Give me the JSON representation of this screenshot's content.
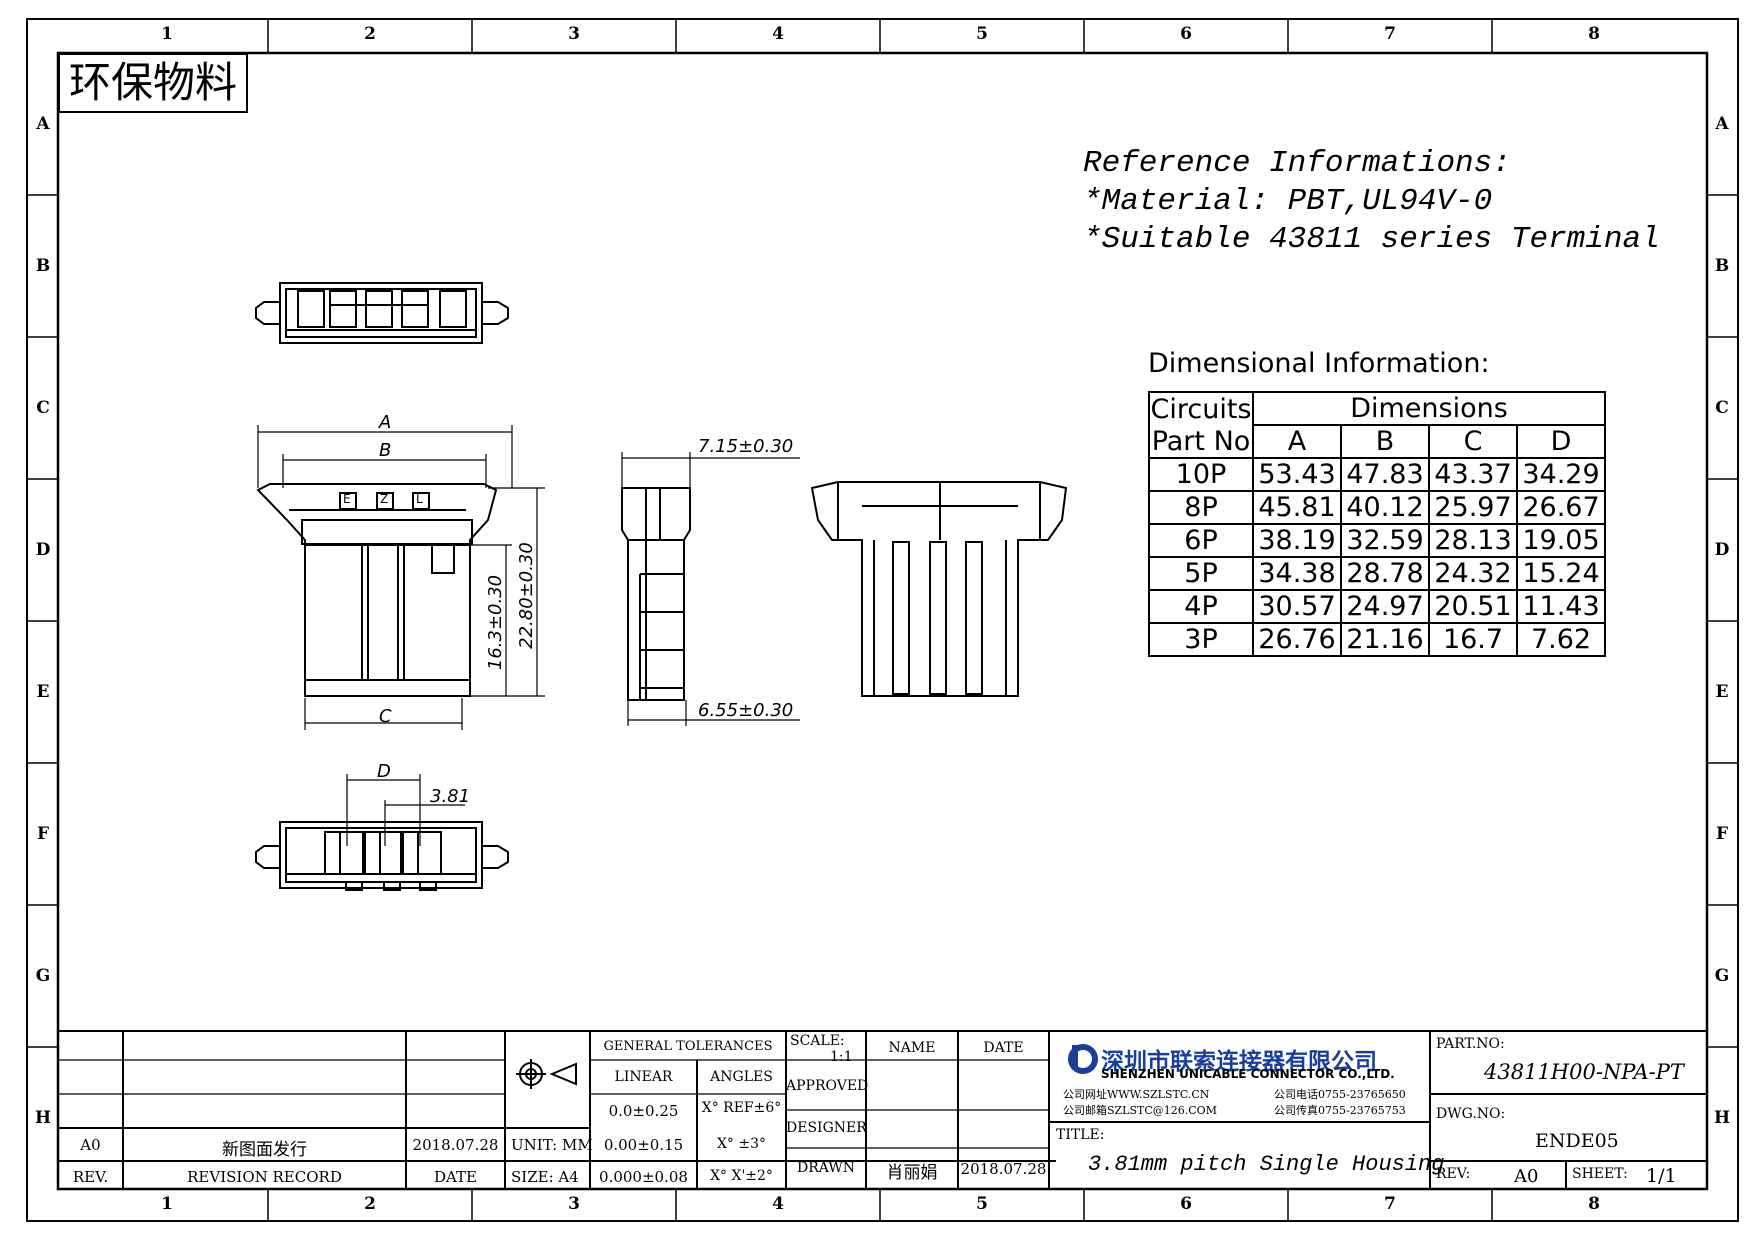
{
  "zones": {
    "columns": [
      "1",
      "2",
      "3",
      "4",
      "5",
      "6",
      "7",
      "8"
    ],
    "rows": [
      "A",
      "B",
      "C",
      "D",
      "E",
      "F",
      "G",
      "H"
    ]
  },
  "eco_label": "环保物料",
  "reference": {
    "title": "Reference Informations:",
    "material": "*Material: PBT,UL94V-0",
    "terminal": "*Suitable 43811 series Terminal"
  },
  "dimensional": {
    "title": "Dimensional Information:",
    "header_circuits": "Circuits",
    "header_part": "Part No",
    "header_dimensions": "Dimensions",
    "columns": [
      "A",
      "B",
      "C",
      "D"
    ],
    "rows": [
      {
        "part": "10P",
        "values": [
          "53.43",
          "47.83",
          "43.37",
          "34.29"
        ]
      },
      {
        "part": "8P",
        "values": [
          "45.81",
          "40.12",
          "25.97",
          "26.67"
        ]
      },
      {
        "part": "6P",
        "values": [
          "38.19",
          "32.59",
          "28.13",
          "19.05"
        ]
      },
      {
        "part": "5P",
        "values": [
          "34.38",
          "28.78",
          "24.32",
          "15.24"
        ]
      },
      {
        "part": "4P",
        "values": [
          "30.57",
          "24.97",
          "20.51",
          "11.43"
        ]
      },
      {
        "part": "3P",
        "values": [
          "26.76",
          "21.16",
          "16.7",
          "7.62"
        ]
      }
    ]
  },
  "drawing_labels": {
    "A": "A",
    "B": "B",
    "C": "C",
    "D": "D",
    "height_1": "16.3±0.30",
    "height_2": "22.80±0.30",
    "side_top": "7.15±0.30",
    "side_bottom": "6.55±0.30",
    "pitch": "3.81",
    "marks": [
      "E",
      "Z",
      "L"
    ]
  },
  "title_block": {
    "rev_row": {
      "rev": "A0",
      "record": "新图面发行",
      "date": "2018.07.28"
    },
    "rev_header": {
      "rev": "REV.",
      "record": "REVISION RECORD",
      "date": "DATE"
    },
    "unit": "UNIT: MM",
    "size": "SIZE: A4",
    "general_tolerances": "GENERAL TOLERANCES",
    "linear": "LINEAR",
    "angles": "ANGLES",
    "tol_linear": [
      "0.0±0.25",
      "0.00±0.15",
      "0.000±0.08"
    ],
    "tol_angles": [
      "X° REF±6°",
      "X° ±3°",
      "X° X'±2°"
    ],
    "scale_label": "SCALE:",
    "scale_value": "1:1",
    "name": "NAME",
    "date": "DATE",
    "approved": "APPROVED",
    "designer": "DESIGNER",
    "drawn": "DRAWN",
    "drawn_name": "肖丽娟",
    "drawn_date": "2018.07.28",
    "company_cn": "深圳市联索连接器有限公司",
    "company_en": "SHENZHEN UNICABLE CONNECTOR CO.,LTD.",
    "web": "公司网址WWW.SZLSTC.CN",
    "email": "公司邮箱SZLSTC@126.COM",
    "phone": "公司电话0755-23765650",
    "fax": "公司传真0755-23765753",
    "title_label": "TITLE:",
    "title": "3.81mm pitch Single Housing",
    "part_no_label": "PART.NO:",
    "part_no": "43811H00-NPA-PT",
    "dwg_no_label": "DWG.NO:",
    "dwg_no": "ENDE05",
    "rev_label": "REV:",
    "rev_value": "A0",
    "sheet_label": "SHEET:",
    "sheet_value": "1/1"
  },
  "colors": {
    "line": "#000000",
    "logo": "#1a3e9a"
  }
}
